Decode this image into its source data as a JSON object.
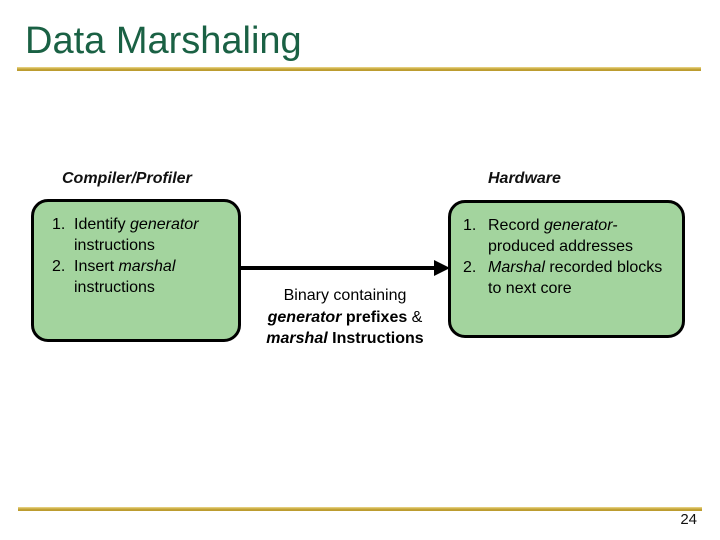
{
  "slide": {
    "title": "Data Marshaling",
    "page_number": "24"
  },
  "colors": {
    "title_green": "#1a6144",
    "accent_gold": "#c3a336",
    "box_fill": "#a3d49e",
    "box_border": "#000000",
    "text": "#000000"
  },
  "left_panel": {
    "header": "Compiler/Profiler",
    "items": [
      {
        "num": "1.",
        "pre": "Identify ",
        "em": "generator",
        "post": " instructions"
      },
      {
        "num": "2.",
        "pre": "Insert ",
        "em": "marshal",
        "post": " instructions"
      }
    ]
  },
  "right_panel": {
    "header": "Hardware",
    "items": [
      {
        "num": "1.",
        "pre": "Record ",
        "em": "generator-",
        "post": "produced addresses"
      },
      {
        "num": "2.",
        "pre": " ",
        "em": "Marshal",
        "post": " recorded blocks to next core"
      }
    ]
  },
  "arrow_label": {
    "line1": "Binary containing",
    "line2": {
      "em_bold": "generator",
      "bold": " prefixes",
      "rest": " &"
    },
    "line3": {
      "em_bold": "marshal",
      "bold": " Instructions"
    }
  }
}
